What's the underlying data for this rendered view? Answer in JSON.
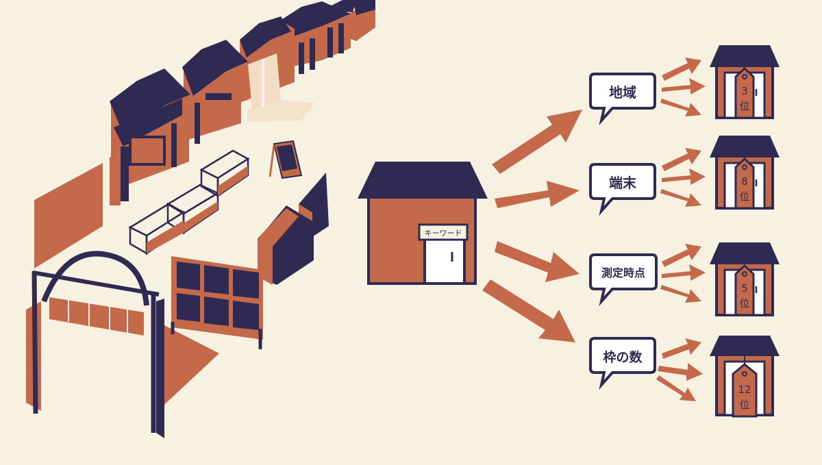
{
  "colors": {
    "background": "#f7f1e1",
    "navy": "#2e2a52",
    "rust": "#c4694a",
    "cream": "#f7f1e1",
    "white": "#ffffff",
    "glow": "#f3dcc4"
  },
  "center_store": {
    "sign": "キーワード"
  },
  "factors": [
    {
      "label": "地域",
      "rank": "3",
      "unit": "位"
    },
    {
      "label": "端末",
      "rank": "8",
      "unit": "位"
    },
    {
      "label": "測定時点",
      "rank": "5",
      "unit": "位"
    },
    {
      "label": "枠の数",
      "rank": "12",
      "unit": "位"
    }
  ]
}
